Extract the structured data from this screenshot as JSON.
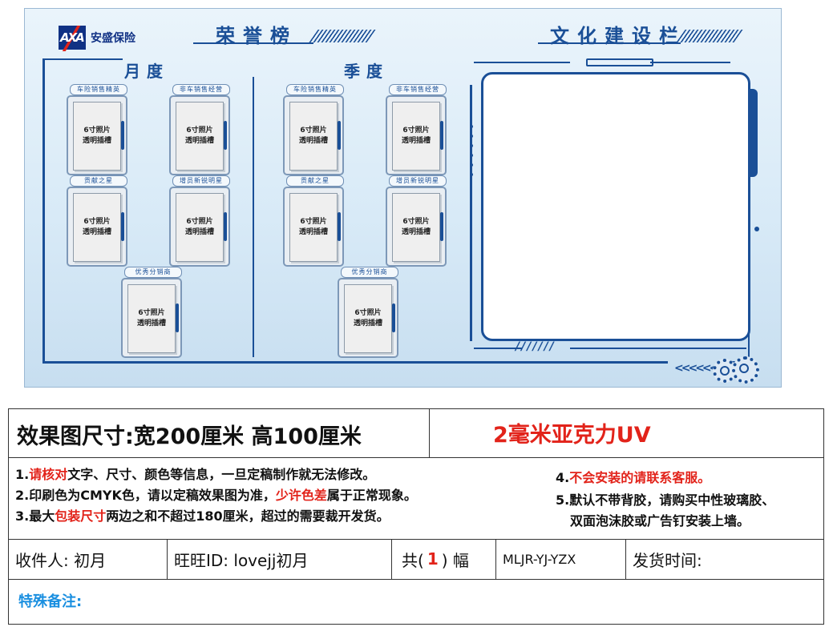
{
  "board": {
    "logo_mark": "AXA",
    "logo_text": "安盛保险",
    "honor_title": "荣誉榜",
    "culture_title": "文化建设栏",
    "monthly_title": "月度",
    "quarterly_title": "季度",
    "photo_line1": "6寸照片",
    "photo_line2": "透明插槽",
    "monthly_cells": [
      {
        "label": "车险销售精英"
      },
      {
        "label": "非车销售经营"
      },
      {
        "label": "贡献之星"
      },
      {
        "label": "增员新锐明星"
      },
      {
        "label": "优秀分销商"
      }
    ],
    "quarterly_cells": [
      {
        "label": "车险销售精英"
      },
      {
        "label": "非车销售经营"
      },
      {
        "label": "贡献之星"
      },
      {
        "label": "增员新锐明星"
      },
      {
        "label": "优秀分销商"
      }
    ],
    "chevrons": "<<<<<<",
    "slashes": "///////",
    "colors": {
      "primary": "#1a4f97",
      "logo": "#103184",
      "accent_red": "#e2231a"
    }
  },
  "info": {
    "size_label": "效果图尺寸:宽200厘米  高100厘米",
    "material": "2毫米亚克力UV",
    "note1_num": "1.",
    "note1_red": "请核对",
    "note1_rest": "文字、尺寸、颜色等信息，一旦定稿制作就无法修改。",
    "note2_a": "2.印刷色为CMYK色，请以定稿效果图为准，",
    "note2_red": "少许色差",
    "note2_b": "属于正常现象。",
    "note3_a": "3.最大",
    "note3_red": "包装尺寸",
    "note3_b": "两边之和不超过180厘米，超过的需要裁开发货。",
    "note4_num": "4.",
    "note4_red": "不会安装的请联系客服。",
    "note5_line1": "5.默认不带背胶，请购买中性玻璃胶、",
    "note5_line2": "双面泡沫胶或广告钉安装上墙。",
    "receiver": "收件人:  初月",
    "wangwang": "旺旺ID: lovejj初月",
    "count_prefix": "共(",
    "count_value": "1",
    "count_suffix": ") 幅",
    "code": "MLJR-YJ-YZX",
    "ship_time": "发货时间:",
    "special_note": "特殊备注:"
  }
}
